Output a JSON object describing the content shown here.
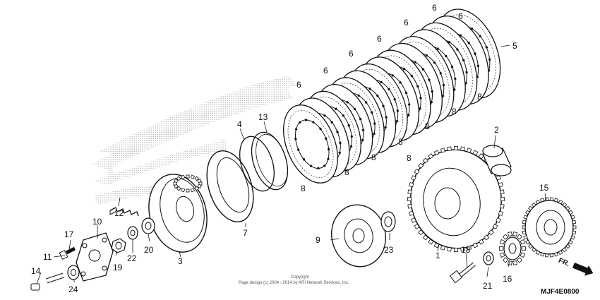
{
  "diagram": {
    "callouts": [
      {
        "id": "c1",
        "text": "1"
      },
      {
        "id": "c2",
        "text": "2"
      },
      {
        "id": "c3",
        "text": "3"
      },
      {
        "id": "c4",
        "text": "4"
      },
      {
        "id": "c5",
        "text": "5"
      },
      {
        "id": "c6a",
        "text": "6"
      },
      {
        "id": "c6b",
        "text": "6"
      },
      {
        "id": "c6c",
        "text": "6"
      },
      {
        "id": "c6d",
        "text": "6"
      },
      {
        "id": "c6e",
        "text": "6"
      },
      {
        "id": "c6f",
        "text": "6"
      },
      {
        "id": "c6g",
        "text": "6"
      },
      {
        "id": "c7",
        "text": "7"
      },
      {
        "id": "c8a",
        "text": "8"
      },
      {
        "id": "c8b",
        "text": "8"
      },
      {
        "id": "c8c",
        "text": "8"
      },
      {
        "id": "c8d",
        "text": "8"
      },
      {
        "id": "c8e",
        "text": "8"
      },
      {
        "id": "c8f",
        "text": "8"
      },
      {
        "id": "c8g",
        "text": "8"
      },
      {
        "id": "c8h",
        "text": "8"
      },
      {
        "id": "c9",
        "text": "9"
      },
      {
        "id": "c10",
        "text": "10"
      },
      {
        "id": "c11",
        "text": "11"
      },
      {
        "id": "c12",
        "text": "12"
      },
      {
        "id": "c13",
        "text": "13"
      },
      {
        "id": "c14",
        "text": "14"
      },
      {
        "id": "c15",
        "text": "15"
      },
      {
        "id": "c16",
        "text": "16"
      },
      {
        "id": "c17",
        "text": "17"
      },
      {
        "id": "c18",
        "text": "18"
      },
      {
        "id": "c19",
        "text": "19"
      },
      {
        "id": "c20",
        "text": "20"
      },
      {
        "id": "c21",
        "text": "21"
      },
      {
        "id": "c22",
        "text": "22"
      },
      {
        "id": "c23",
        "text": "23"
      },
      {
        "id": "c24",
        "text": "24"
      }
    ],
    "copyright_line1": "Copyright",
    "copyright_line2": "Page design (c) 2004 - 2014 by ARI Network Services, Inc.",
    "direction_label": "FR.",
    "diagram_code": "MJF4E0800"
  }
}
